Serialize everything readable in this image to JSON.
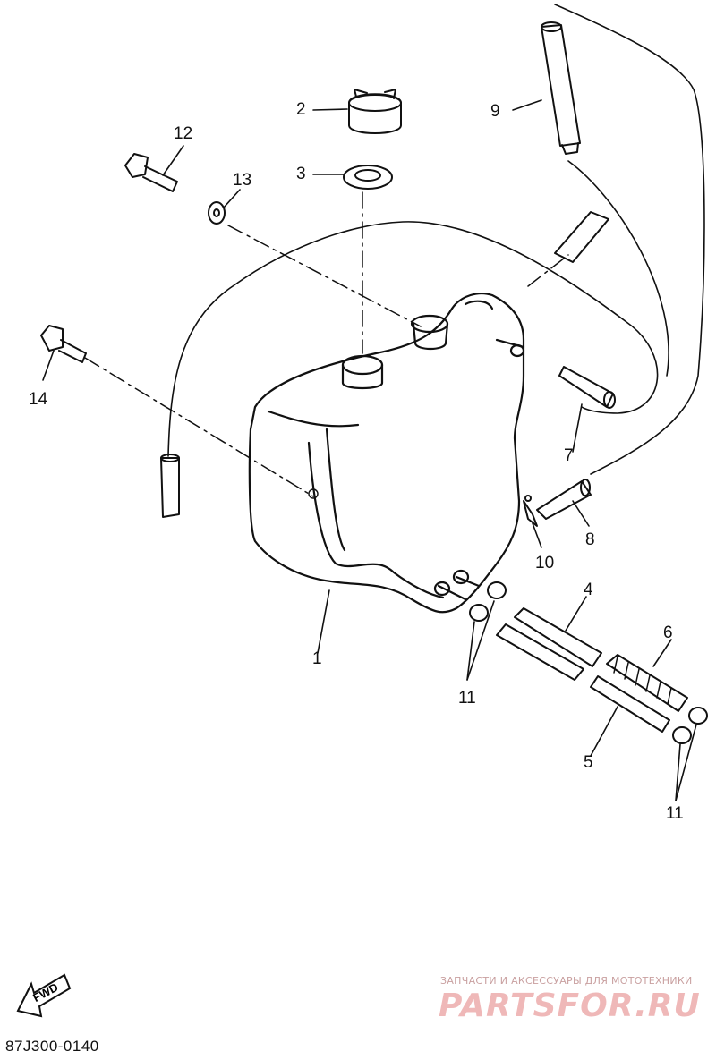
{
  "diagram": {
    "parts": [
      {
        "id": "p1",
        "label": "1"
      },
      {
        "id": "p2",
        "label": "2"
      },
      {
        "id": "p3",
        "label": "3"
      },
      {
        "id": "p4",
        "label": "4"
      },
      {
        "id": "p5",
        "label": "5"
      },
      {
        "id": "p6",
        "label": "6"
      },
      {
        "id": "p7",
        "label": "7"
      },
      {
        "id": "p8",
        "label": "8"
      },
      {
        "id": "p9",
        "label": "9"
      },
      {
        "id": "p10",
        "label": "10"
      },
      {
        "id": "p11a",
        "label": "11"
      },
      {
        "id": "p11b",
        "label": "11"
      },
      {
        "id": "p12",
        "label": "12"
      },
      {
        "id": "p13",
        "label": "13"
      },
      {
        "id": "p14",
        "label": "14"
      }
    ],
    "drawing_code": "87J300-0140",
    "fwd_label": "FWD",
    "watermark": {
      "tagline": "ЗАПЧАСТИ И АКСЕССУАРЫ ДЛЯ МОТОТЕХНИКИ",
      "logo": "PARTSFOR.RU"
    }
  }
}
